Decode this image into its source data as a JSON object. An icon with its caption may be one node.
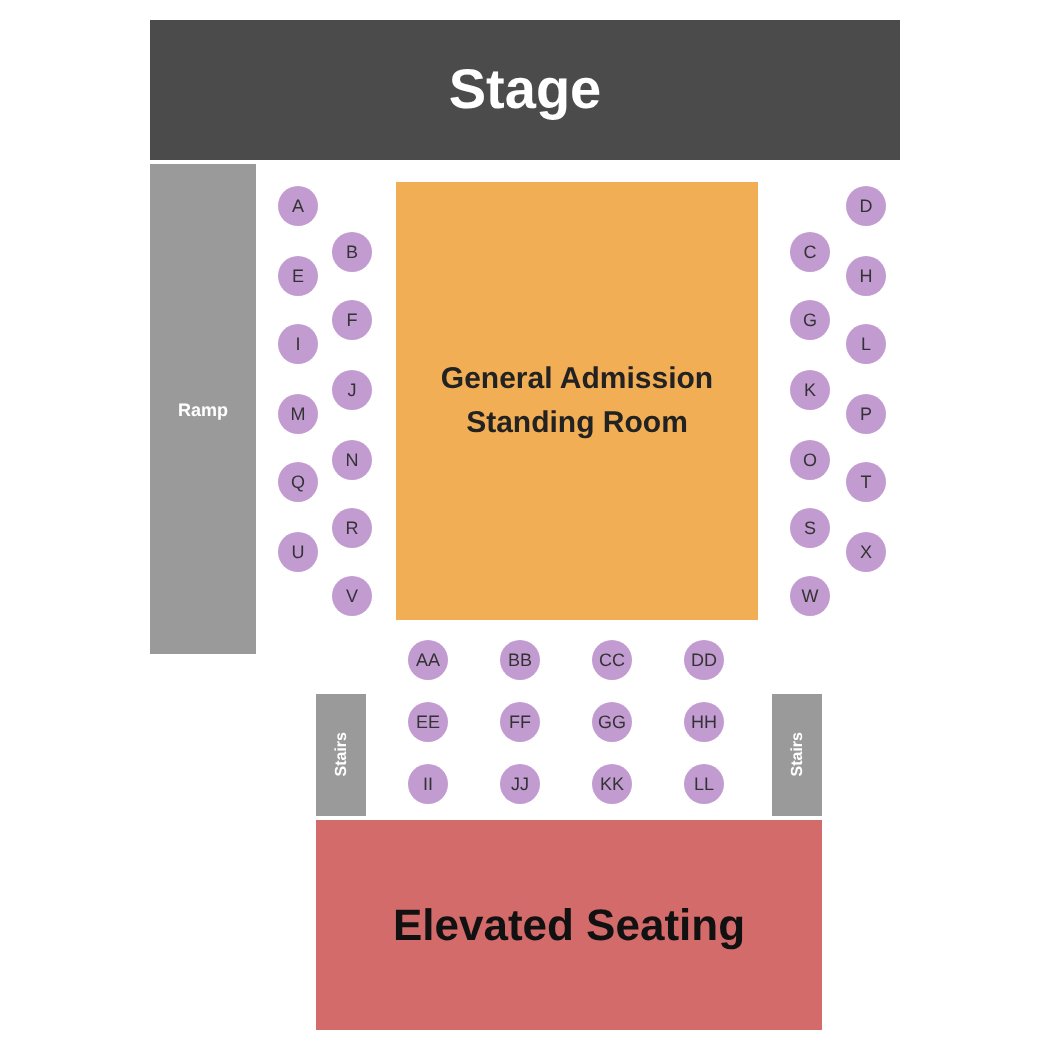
{
  "diagram": {
    "nodes": [
      {
        "text": [
          "Stage"
        ]
      },
      {
        "text": [
          "Ramp"
        ]
      },
      {
        "text": [
          "General Admission Standing Room"
        ]
      },
      {
        "text": [
          "A"
        ]
      },
      {
        "text": [
          "E"
        ]
      },
      {
        "text": [
          "I"
        ]
      },
      {
        "text": [
          "M"
        ]
      },
      {
        "text": [
          "Q"
        ]
      },
      {
        "text": [
          "U"
        ]
      },
      {
        "text": [
          "B"
        ]
      },
      {
        "text": [
          "F"
        ]
      },
      {
        "text": [
          "J"
        ]
      },
      {
        "text": [
          "N"
        ]
      },
      {
        "text": [
          "R"
        ]
      },
      {
        "text": [
          "V"
        ]
      },
      {
        "text": [
          "C"
        ]
      },
      {
        "text": [
          "G"
        ]
      },
      {
        "text": [
          "K"
        ]
      },
      {
        "text": [
          "O"
        ]
      },
      {
        "text": [
          "S"
        ]
      },
      {
        "text": [
          "W"
        ]
      },
      {
        "text": [
          "D"
        ]
      },
      {
        "text": [
          "H"
        ]
      },
      {
        "text": [
          "L"
        ]
      },
      {
        "text": [
          "P"
        ]
      },
      {
        "text": [
          "T"
        ]
      },
      {
        "text": [
          "X"
        ]
      },
      {
        "text": [
          "AA"
        ]
      },
      {
        "text": [
          "BB"
        ]
      },
      {
        "text": [
          "CC"
        ]
      },
      {
        "text": [
          "DD"
        ]
      },
      {
        "text": [
          "EE"
        ]
      },
      {
        "text": [
          "FF"
        ]
      },
      {
        "text": [
          "GG"
        ]
      },
      {
        "text": [
          "HH"
        ]
      },
      {
        "text": [
          "II"
        ]
      },
      {
        "text": [
          "JJ"
        ]
      },
      {
        "text": [
          "KK"
        ]
      },
      {
        "text": [
          "LL"
        ]
      },
      {
        "text": [
          "Stairs"
        ]
      },
      {
        "text": [
          "Stairs"
        ]
      },
      {
        "text": [
          "Elevated Seating"
        ]
      }
    ]
  }
}
